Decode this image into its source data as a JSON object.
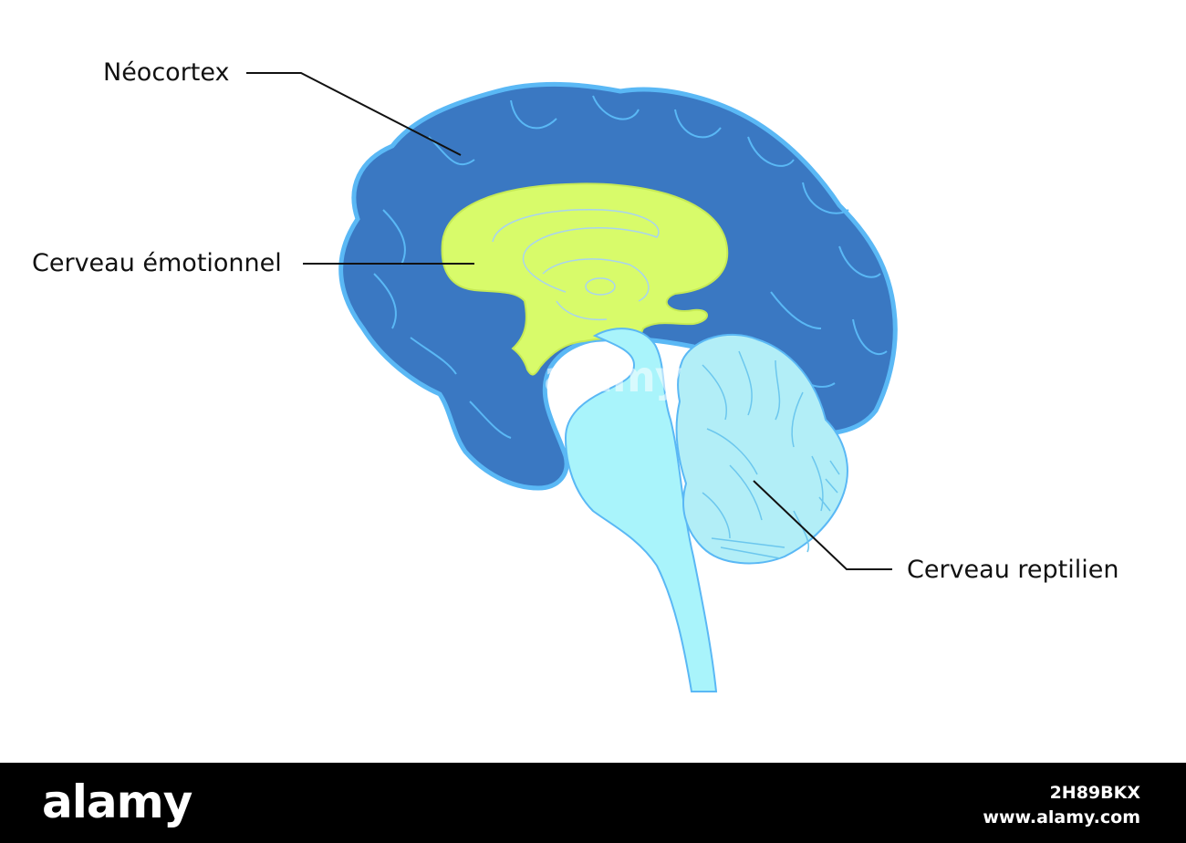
{
  "diagram": {
    "labels": {
      "neocortex": "Néocortex",
      "emotional": "Cerveau émotionnel",
      "reptilian": "Cerveau reptilien"
    },
    "colors": {
      "neocortex_fill": "#3a78c2",
      "neocortex_outline": "#5ab8f5",
      "limbic_fill": "#d8fb6a",
      "brainstem_fill": "#a9f4fb",
      "cerebellum_fill": "#b2eef7",
      "line": "#111111"
    }
  },
  "footer": {
    "brand": "alamy",
    "image_id": "2H89BKX",
    "site": "www.alamy.com"
  },
  "watermark": "alamy"
}
